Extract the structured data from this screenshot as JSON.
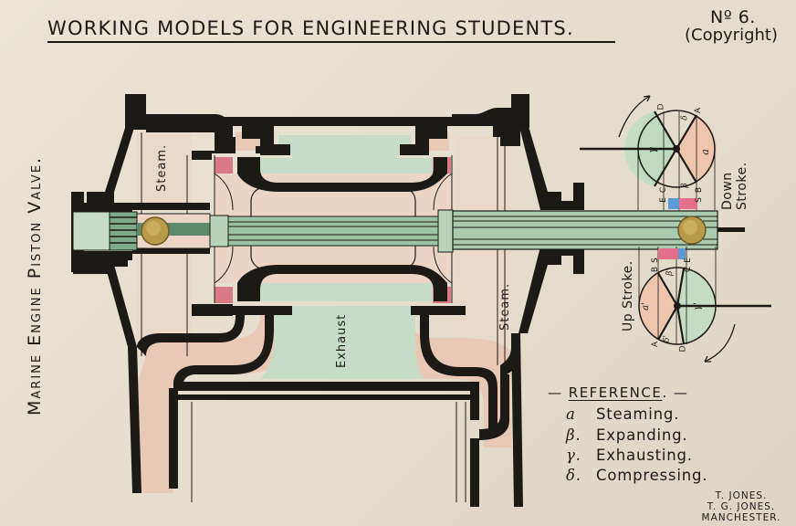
{
  "header": {
    "title": "WORKING MODELS FOR ENGINEERING STUDENTS.",
    "number": "Nº 6.",
    "copyright": "(Copyright)"
  },
  "side_title": "Marine Engine Piston Valve.",
  "diagram_labels": {
    "steam_left": "Steam.",
    "steam_right": "Steam.",
    "exhaust": "Exhaust",
    "down_stroke": "Down Stroke.",
    "up_stroke": "Up Stroke."
  },
  "valve_diagram_top": {
    "points": [
      "D",
      "A",
      "B",
      "S",
      "E",
      "C"
    ],
    "sectors": [
      "a",
      "β",
      "γ",
      "δ"
    ]
  },
  "valve_diagram_bottom": {
    "points": [
      "A",
      "B",
      "S",
      "C",
      "E",
      "D"
    ],
    "sectors": [
      "a'",
      "β'",
      "γ'",
      "δ'"
    ]
  },
  "reference": {
    "title": "REFERENCE",
    "items": [
      {
        "symbol": "a",
        "label": "Steaming."
      },
      {
        "symbol": "β.",
        "label": "Expanding."
      },
      {
        "symbol": "γ.",
        "label": "Exhausting."
      },
      {
        "symbol": "δ.",
        "label": "Compressing."
      }
    ]
  },
  "maker": {
    "line1": "T. JONES.",
    "line2": "T. G. JONES.",
    "line3": "MANCHESTER."
  },
  "colors": {
    "ink": "#1c1a17",
    "steam_pink": "#e8c4b0",
    "exhaust_green": "#c9dccb",
    "port_red": "#d97b86",
    "paper": "#e6ded0",
    "brass": "#b89a4a",
    "rod_green": "#9cc3a6",
    "blue_mark": "#5b9bd5"
  }
}
